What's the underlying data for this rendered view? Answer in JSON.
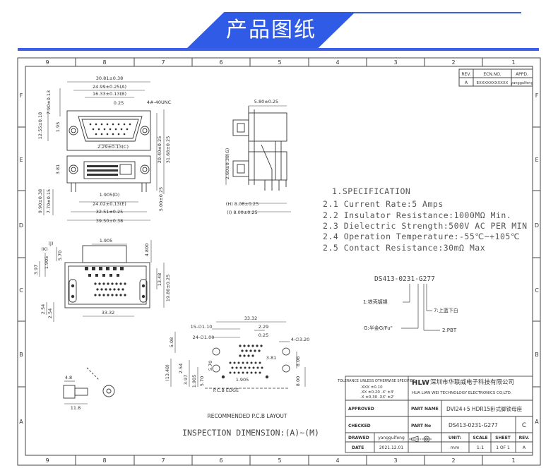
{
  "banner": {
    "title": "产品图纸"
  },
  "grid": {
    "columns": [
      "9",
      "8",
      "7",
      "6",
      "5",
      "4",
      "3",
      "2",
      "1"
    ],
    "rows": [
      "F",
      "E",
      "D",
      "C",
      "B",
      "A"
    ]
  },
  "revision": {
    "headers": [
      "REV.",
      "ECN.NO.",
      "APPD."
    ],
    "row": [
      "A",
      "EXXXXXXXXXXX",
      "yanggulfeng"
    ]
  },
  "dims": {
    "d1": "30.81±0.38",
    "d2": "24.99±0.25(A)",
    "d3": "16.33±0.13(B)",
    "d4": "0.25",
    "d5": "4#-40UNC",
    "d6": "7.90±0.13",
    "d7": "12.55±0.18",
    "d8": "1.95",
    "d9": "2.29±0.13(C)",
    "d10": "20.40±0.25",
    "d11": "31.68±0.25",
    "d12": "3.81",
    "d13": "1.905(D)",
    "d14": "24.02±0.13(E)",
    "d15": "32.51±0.25",
    "d16": "39.50±0.38",
    "d17": "9.90±0.38",
    "d18": "7.70±0.15",
    "d19": "5.00±0.25",
    "s1": "5.80±0.25",
    "s2": "2.60±0.38(G)",
    "s3": "(H) 8.08±0.25",
    "s4": "(I) 8.00±0.25",
    "b1": "1.905",
    "b2": "4.800",
    "b3": "(J)",
    "b4": "(K)",
    "b5": "5.70",
    "b6": "1.905",
    "b7": "3.97",
    "b8": "13.48",
    "b9": "19.80±0.25",
    "b10": "2.54",
    "b11": "2.54",
    "b12": "33.32",
    "p1": "33.32",
    "p2": "15-∅1.10",
    "p3": "2.29",
    "p4": "24-∅1.00",
    "p5": "0.25",
    "p6": "4-∅3.20",
    "p7": "3.81",
    "p8": "5.08",
    "p9": "(13.48)",
    "p10": "5.70",
    "p11": "2.54",
    "p12": "3.97",
    "p13": "1.905",
    "p14": "5.70",
    "p15": "1.905",
    "p16": "8.08",
    "p17": "8.00",
    "p18": "P.C.B EDGE",
    "c1": "4.8",
    "c2": "11.8"
  },
  "spec": {
    "title": "1.SPECIFICATION",
    "lines": [
      "2.1 Current Rate:5 Amps",
      "2.2 Insulator Resistance:1000MΩ Min.",
      "2.3 Dielectric Strength:500V AC PER MIN",
      "2.4 Operation Temperature:-55℃~+105℃",
      "2.5 Contact Resistance:30mΩ Max"
    ]
  },
  "part_code": {
    "code": "DS413-0231-G277",
    "callouts": [
      "1:铁壳镀镍",
      "7:上蓝下白",
      "G:半金G/Fu\"",
      "2:PBT"
    ]
  },
  "captions": {
    "pcb": "RECOMMENDED P.C.B LAYOUT",
    "inspection": "INSPECTION DIMENSION:(A)~(M)"
  },
  "titleblock": {
    "tol_title": "TOLERANCE UNLESS OTHERWISE SPECIFIED",
    "tol_lines": [
      ".XXX ±0.10",
      ".XX ±0.20   .X' ±3'",
      ".X ±0.30   .XX' ±2'"
    ],
    "company_logo": "HLW",
    "company_cn": "深圳市华联威电子科技有限公司",
    "company_en": "HUA LIAN WEI TECHNOLOGY ELECTRONICS CO;LTD.",
    "approved": "APPROVED",
    "checked": "CHECKED",
    "drawed": "DRAWED",
    "drawer": "yanggulfeng",
    "date_label": "DATE",
    "date": "2021.12.01",
    "part_name_label": "PART NAME",
    "part_name": "DVI24+5 HDR15卧式脚锁母座",
    "part_no_label": "PART No",
    "part_no": "DS413-0231-G277",
    "rev_mark": "C",
    "unit_label": "UNIT:",
    "unit": "mm",
    "scale_label": "SCALE",
    "scale": "1:1",
    "sheet_label": "SHEET",
    "sheet": "1 OF 1",
    "rev_label": "REV.",
    "rev": "A"
  }
}
